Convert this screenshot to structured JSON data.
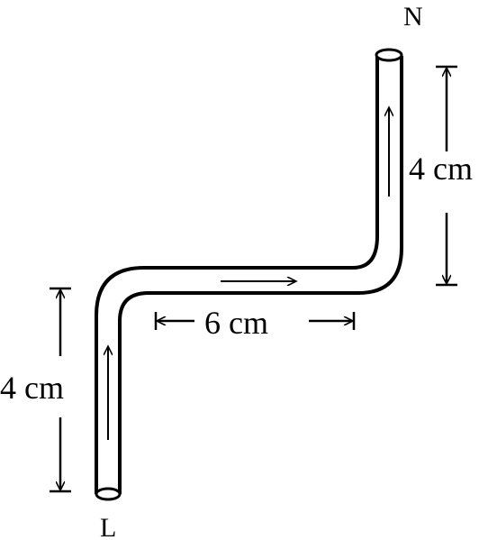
{
  "labels": {
    "end_top": "N",
    "end_bottom": "L",
    "left_segment": "4 cm",
    "middle_segment": "6 cm",
    "right_segment": "4 cm"
  },
  "colors": {
    "stroke": "#000000",
    "background": "#ffffff"
  }
}
